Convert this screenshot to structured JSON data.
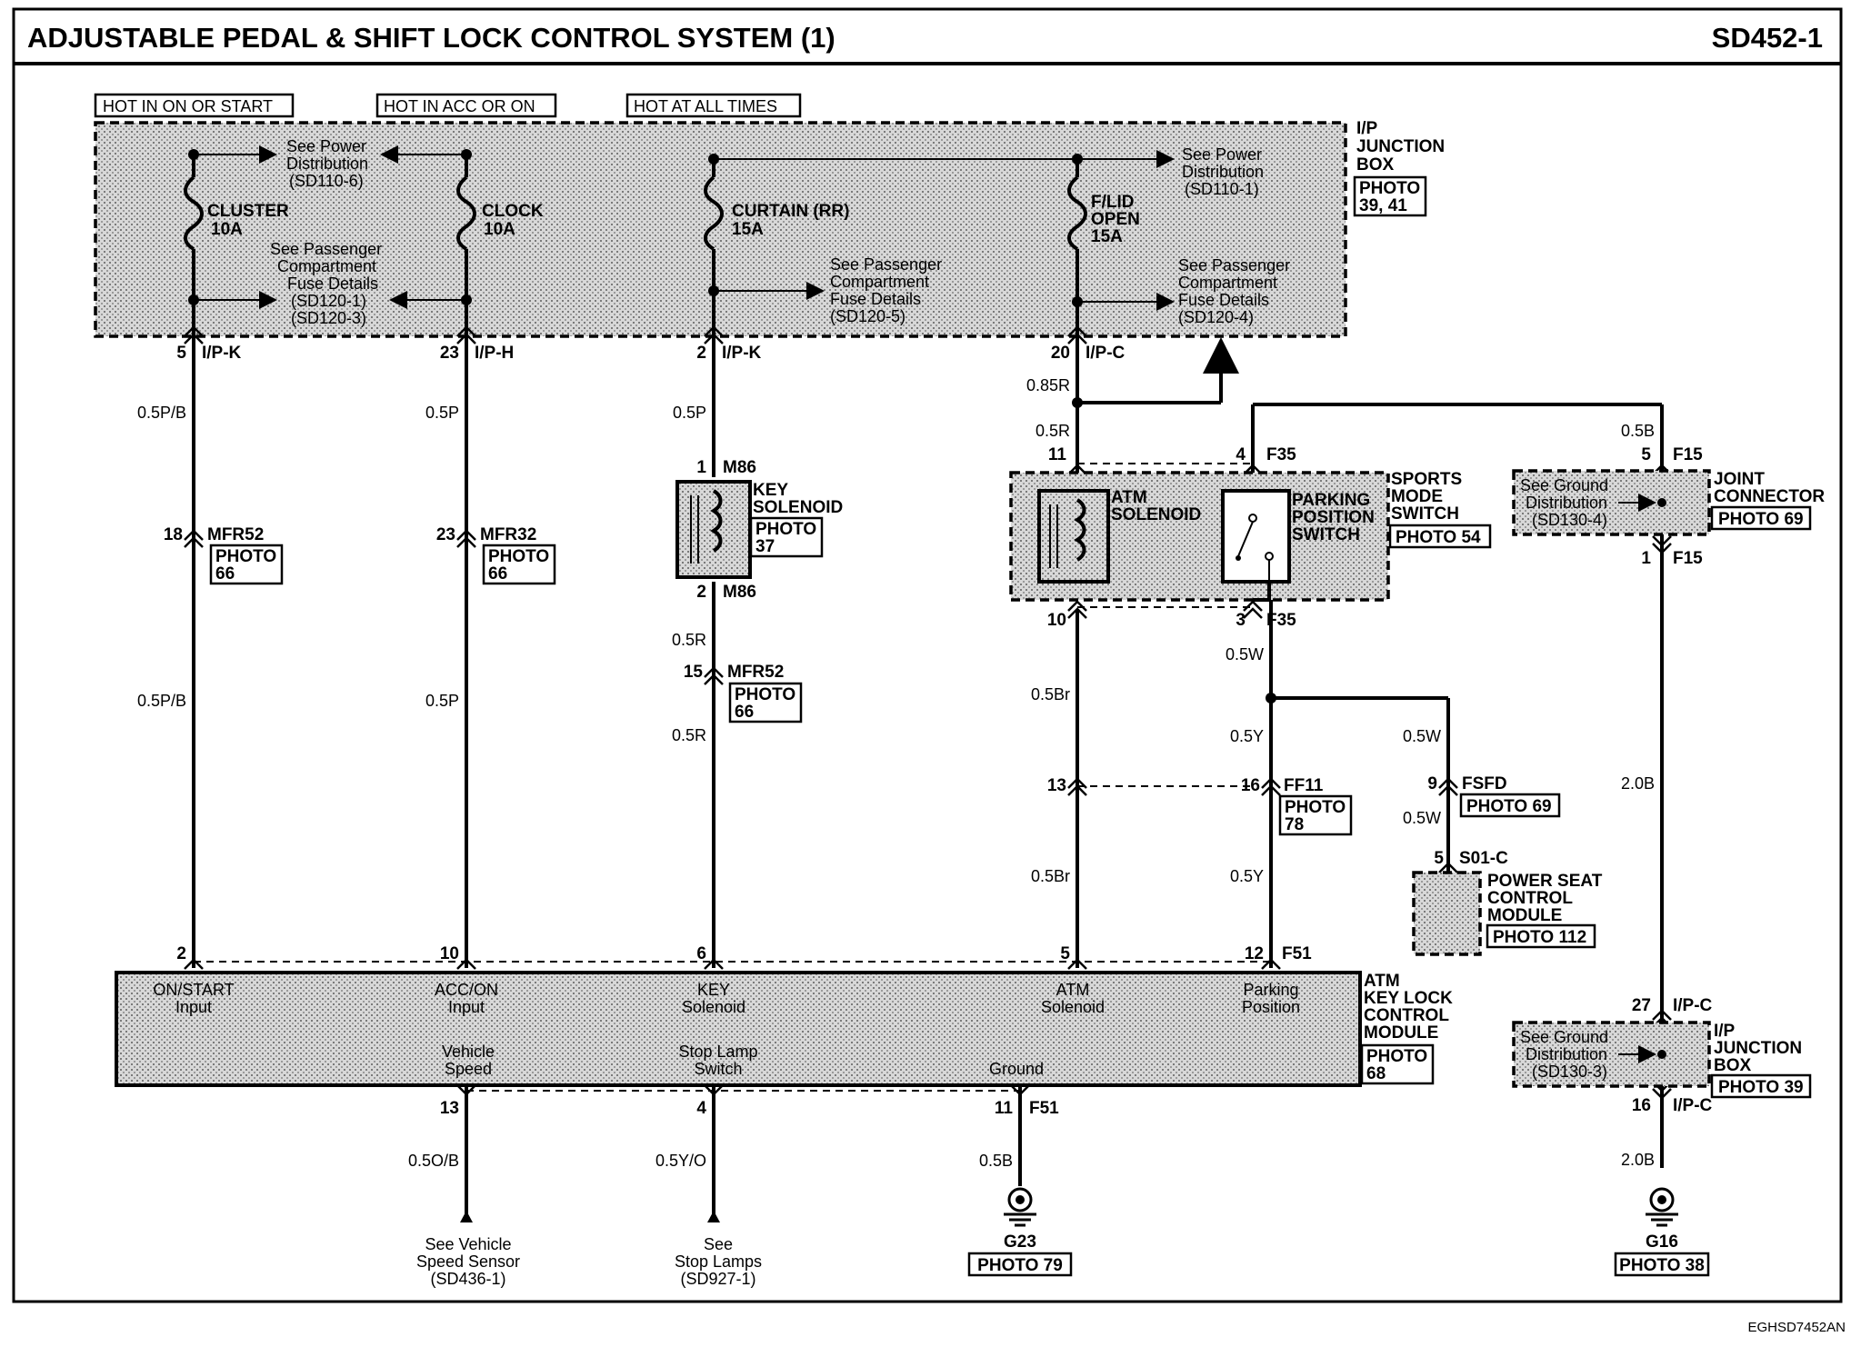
{
  "header": {
    "title": "ADJUSTABLE PEDAL & SHIFT LOCK CONTROL SYSTEM (1)",
    "code": "SD452-1"
  },
  "footer": {
    "code": "EGHSD7452AN"
  },
  "power_labels": [
    "HOT IN ON OR START",
    "HOT IN ACC OR ON",
    "HOT AT ALL TIMES"
  ],
  "junction_box": {
    "name": [
      "I/P",
      "JUNCTION",
      "BOX"
    ],
    "photo": [
      "PHOTO",
      "39, 41"
    ]
  },
  "fuses": [
    {
      "name": "CLUSTER",
      "rating": "10A"
    },
    {
      "name": "CLOCK",
      "rating": "10A"
    },
    {
      "name": "CURTAIN (RR)",
      "rating": "15A"
    },
    {
      "name": "F/LID",
      "name2": "OPEN",
      "rating": "15A"
    }
  ],
  "refs": {
    "power_dist_1": [
      "See Power",
      "Distribution",
      "(SD110-6)"
    ],
    "power_dist_2": [
      "See Power",
      "Distribution",
      "(SD110-1)"
    ],
    "pass_fuse_1": [
      "See Passenger",
      "Compartment",
      "Fuse Details",
      "(SD120-1)",
      "(SD120-3)"
    ],
    "pass_fuse_2": [
      "See Passenger",
      "Compartment",
      "Fuse Details",
      "(SD120-5)"
    ],
    "pass_fuse_3": [
      "See Passenger",
      "Compartment",
      "Fuse Details",
      "(SD120-4)"
    ],
    "ground_dist_1": [
      "See Ground",
      "Distribution",
      "(SD130-4)"
    ],
    "ground_dist_2": [
      "See Ground",
      "Distribution",
      "(SD130-3)"
    ],
    "speed_sensor": [
      "See Vehicle",
      "Speed Sensor",
      "(SD436-1)"
    ],
    "stop_lamps": [
      "See",
      "Stop Lamps",
      "(SD927-1)"
    ]
  },
  "pins": {
    "c1_top": "5",
    "c1_top_conn": "I/P-K",
    "c2_top": "23",
    "c2_top_conn": "I/P-H",
    "c3_top": "2",
    "c3_top_conn": "I/P-K",
    "c4_top": "20",
    "c4_top_conn": "I/P-C",
    "c1_mfr": "18",
    "c1_mfr_conn": "MFR52",
    "c2_mfr": "23",
    "c2_mfr_conn": "MFR32",
    "c3_m86a": "1",
    "c3_m86b": "2",
    "m86": "M86",
    "c3_mfr": "15",
    "c3_mfr_conn": "MFR52",
    "c4_atm11": "11",
    "c4_atm10": "10",
    "f35a": "4",
    "f35b": "3",
    "f35": "F35",
    "f15a": "5",
    "f15b": "1",
    "f15": "F15",
    "c4_13": "13",
    "ff11_16": "16",
    "ff11": "FF11",
    "fsfd_9": "9",
    "fsfd": "FSFD",
    "s01_5": "5",
    "s01": "S01-C",
    "mod_2": "2",
    "mod_10": "10",
    "mod_6": "6",
    "mod_5": "5",
    "mod_12": "12",
    "f51": "F51",
    "mod_13": "13",
    "mod_4": "4",
    "mod_11": "11",
    "ipc_27": "27",
    "ipc_16": "16",
    "ipc": "I/P-C"
  },
  "wires": {
    "c1": "0.5P/B",
    "c2": "0.5P",
    "c3a": "0.5P",
    "c3b": "0.5R",
    "c3c": "0.5R",
    "c4a": "0.85R",
    "c4b": "0.5R",
    "c4c": "0.5Br",
    "c4d": "0.5Br",
    "f35w": "0.5W",
    "ff11a": "0.5Y",
    "ff11b": "0.5Y",
    "fsfd_a": "0.5W",
    "fsfd_b": "0.5W",
    "gnd_top": "0.5B",
    "gnd_mid": "2.0B",
    "gnd_bot": "2.0B",
    "vss": "0.5O/B",
    "stop": "0.5Y/O",
    "g23w": "0.5B"
  },
  "components": {
    "key_solenoid": {
      "name": [
        "KEY",
        "SOLENOID"
      ],
      "photo": [
        "PHOTO",
        "37"
      ]
    },
    "mfr52_photo": [
      "PHOTO",
      "66"
    ],
    "mfr32_photo": [
      "PHOTO",
      "66"
    ],
    "mfr52b_photo": [
      "PHOTO",
      "66"
    ],
    "atm_solenoid": [
      "ATM",
      "SOLENOID"
    ],
    "parking_switch": [
      "PARKING",
      "POSITION",
      "SWITCH"
    ],
    "sports_mode": {
      "name": [
        "SPORTS",
        "MODE",
        "SWITCH"
      ],
      "photo": "PHOTO 54"
    },
    "joint_connector": {
      "name": [
        "JOINT",
        "CONNECTOR"
      ],
      "photo": "PHOTO 69"
    },
    "ff11_photo": [
      "PHOTO",
      "78"
    ],
    "fsfd_photo": "PHOTO 69",
    "power_seat": {
      "name": [
        "POWER SEAT",
        "CONTROL",
        "MODULE"
      ],
      "photo": "PHOTO 112"
    },
    "module": {
      "name": [
        "ATM",
        "KEY LOCK",
        "CONTROL",
        "MODULE"
      ],
      "photo": [
        "PHOTO",
        "68"
      ],
      "pins_top": [
        [
          "ON/START",
          "Input"
        ],
        [
          "ACC/ON",
          "Input"
        ],
        [
          "KEY",
          "Solenoid"
        ],
        [
          "ATM",
          "Solenoid"
        ],
        [
          "Parking",
          "Position"
        ]
      ],
      "pins_bottom": [
        [
          "Vehicle",
          "Speed"
        ],
        [
          "Stop Lamp",
          "Switch"
        ],
        [
          "Ground"
        ]
      ]
    },
    "ipjb2": {
      "name": [
        "I/P",
        "JUNCTION",
        "BOX"
      ],
      "photo": "PHOTO 39"
    },
    "g23": {
      "name": "G23",
      "photo": "PHOTO 79"
    },
    "g16": {
      "name": "G16",
      "photo": "PHOTO 38"
    }
  }
}
